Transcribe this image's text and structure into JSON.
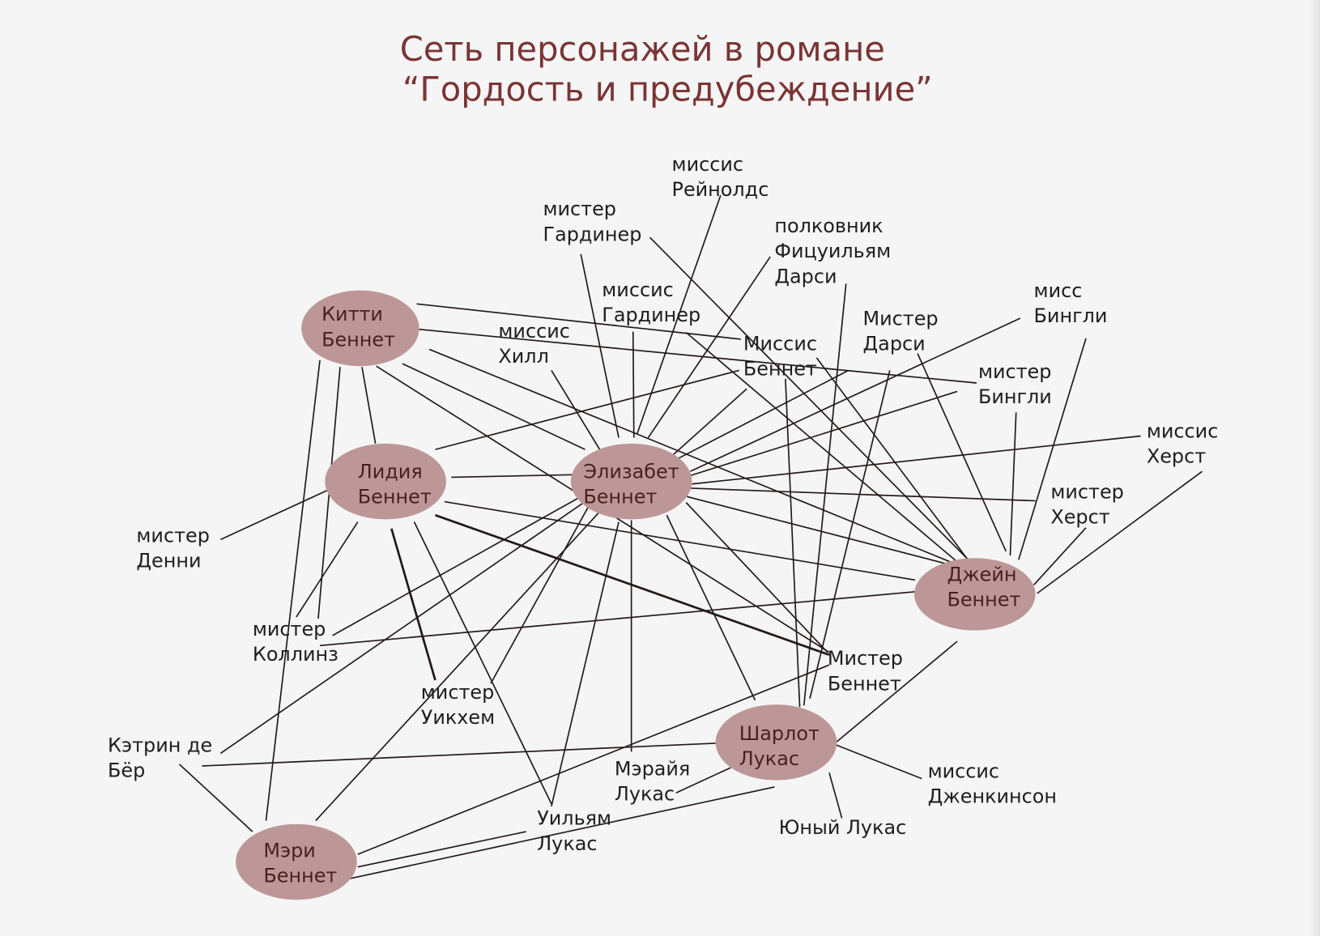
{
  "title": [
    "Сеть персонажей в романе",
    "“Гордость и предубеждение”"
  ],
  "colors": {
    "node": "#bd9797",
    "title": "#7b3434",
    "edge": "#231818"
  },
  "characters": [
    {
      "id": "kitty",
      "type": "main",
      "name": [
        "Китти",
        "Беннет"
      ]
    },
    {
      "id": "lydia",
      "type": "main",
      "name": [
        "Лидия",
        "Беннет"
      ]
    },
    {
      "id": "elizabeth",
      "type": "main",
      "name": [
        "Элизабет",
        "Беннет"
      ]
    },
    {
      "id": "jane",
      "type": "main",
      "name": [
        "Джейн",
        "Беннет"
      ]
    },
    {
      "id": "charlotte",
      "type": "main",
      "name": [
        "Шарлот",
        "Лукас"
      ]
    },
    {
      "id": "mary",
      "type": "main",
      "name": [
        "Мэри",
        "Беннет"
      ]
    },
    {
      "id": "reynolds",
      "type": "minor",
      "name": [
        "миссис",
        "Рейнолдс"
      ]
    },
    {
      "id": "mr_gardiner",
      "type": "minor",
      "name": [
        "мистер",
        "Гардинер"
      ]
    },
    {
      "id": "fitzwilliam",
      "type": "minor",
      "name": [
        "полковник",
        "Фицуильям",
        "Дарси"
      ]
    },
    {
      "id": "mrs_gardiner",
      "type": "minor",
      "name": [
        "миссис",
        "Гардинер"
      ]
    },
    {
      "id": "hill",
      "type": "minor",
      "name": [
        "миссис",
        "Хилл"
      ]
    },
    {
      "id": "mrs_bennet",
      "type": "minor",
      "name": [
        "Миссис",
        "Беннет"
      ]
    },
    {
      "id": "darcy",
      "type": "minor",
      "name": [
        "Мистер",
        "Дарси"
      ]
    },
    {
      "id": "miss_bingley",
      "type": "minor",
      "name": [
        "мисс",
        "Бингли"
      ]
    },
    {
      "id": "bingley",
      "type": "minor",
      "name": [
        "мистер",
        "Бингли"
      ]
    },
    {
      "id": "mrs_hurst",
      "type": "minor",
      "name": [
        "миссис",
        "Херст"
      ]
    },
    {
      "id": "mr_hurst",
      "type": "minor",
      "name": [
        "мистер",
        "Херст"
      ]
    },
    {
      "id": "denny",
      "type": "minor",
      "name": [
        "мистер",
        "Денни"
      ]
    },
    {
      "id": "collins",
      "type": "minor",
      "name": [
        "мистер",
        "Коллинз"
      ]
    },
    {
      "id": "wickham",
      "type": "minor",
      "name": [
        "мистер",
        "Уикхем"
      ]
    },
    {
      "id": "mr_bennet",
      "type": "minor",
      "name": [
        "Мистер",
        "Беннет"
      ]
    },
    {
      "id": "de_bourgh",
      "type": "minor",
      "name": [
        "Кэтрин де",
        "Бёр"
      ]
    },
    {
      "id": "maria",
      "type": "minor",
      "name": [
        "Мэрайя",
        "Лукас"
      ]
    },
    {
      "id": "jenkinson",
      "type": "minor",
      "name": [
        "миссис",
        "Дженкинсон"
      ]
    },
    {
      "id": "young_lucas",
      "type": "minor",
      "name": [
        "Юный Лукас"
      ]
    },
    {
      "id": "william_lucas",
      "type": "minor",
      "name": [
        "Уильям",
        "Лукас"
      ]
    }
  ],
  "edges": [
    [
      "kitty",
      "mrs_bennet"
    ],
    [
      "kitty",
      "bingley"
    ],
    [
      "kitty",
      "jane"
    ],
    [
      "kitty",
      "elizabeth"
    ],
    [
      "kitty",
      "mr_bennet"
    ],
    [
      "kitty",
      "lydia"
    ],
    [
      "kitty",
      "collins"
    ],
    [
      "kitty",
      "mary"
    ],
    [
      "lydia",
      "elizabeth"
    ],
    [
      "lydia",
      "mrs_bennet"
    ],
    [
      "lydia",
      "denny"
    ],
    [
      "lydia",
      "collins"
    ],
    [
      "lydia",
      "wickham"
    ],
    [
      "lydia",
      "william_lucas"
    ],
    [
      "lydia",
      "mr_bennet"
    ],
    [
      "lydia",
      "jane"
    ],
    [
      "elizabeth",
      "mr_gardiner"
    ],
    [
      "elizabeth",
      "mrs_gardiner"
    ],
    [
      "elizabeth",
      "reynolds"
    ],
    [
      "elizabeth",
      "fitzwilliam"
    ],
    [
      "elizabeth",
      "hill"
    ],
    [
      "elizabeth",
      "mrs_bennet"
    ],
    [
      "elizabeth",
      "darcy"
    ],
    [
      "elizabeth",
      "miss_bingley"
    ],
    [
      "elizabeth",
      "bingley"
    ],
    [
      "elizabeth",
      "mrs_hurst"
    ],
    [
      "elizabeth",
      "mr_hurst"
    ],
    [
      "elizabeth",
      "jane"
    ],
    [
      "elizabeth",
      "mr_bennet"
    ],
    [
      "elizabeth",
      "charlotte"
    ],
    [
      "elizabeth",
      "maria"
    ],
    [
      "elizabeth",
      "william_lucas"
    ],
    [
      "elizabeth",
      "collins"
    ],
    [
      "elizabeth",
      "de_bourgh"
    ],
    [
      "elizabeth",
      "wickham"
    ],
    [
      "elizabeth",
      "mary"
    ],
    [
      "mrs_bennet",
      "charlotte"
    ],
    [
      "fitzwilliam",
      "charlotte"
    ],
    [
      "darcy",
      "charlotte"
    ],
    [
      "mr_gardiner",
      "jane"
    ],
    [
      "mrs_gardiner",
      "jane"
    ],
    [
      "mrs_bennet",
      "jane"
    ],
    [
      "darcy",
      "jane"
    ],
    [
      "miss_bingley",
      "jane"
    ],
    [
      "bingley",
      "jane"
    ],
    [
      "mr_hurst",
      "jane"
    ],
    [
      "mrs_hurst",
      "jane"
    ],
    [
      "jane",
      "collins"
    ],
    [
      "jane",
      "charlotte"
    ],
    [
      "charlotte",
      "de_bourgh"
    ],
    [
      "charlotte",
      "maria"
    ],
    [
      "charlotte",
      "jenkinson"
    ],
    [
      "charlotte",
      "young_lucas"
    ],
    [
      "charlotte",
      "mary"
    ],
    [
      "mr_bennet",
      "mary"
    ],
    [
      "william_lucas",
      "mary"
    ],
    [
      "de_bourgh",
      "mary"
    ]
  ]
}
